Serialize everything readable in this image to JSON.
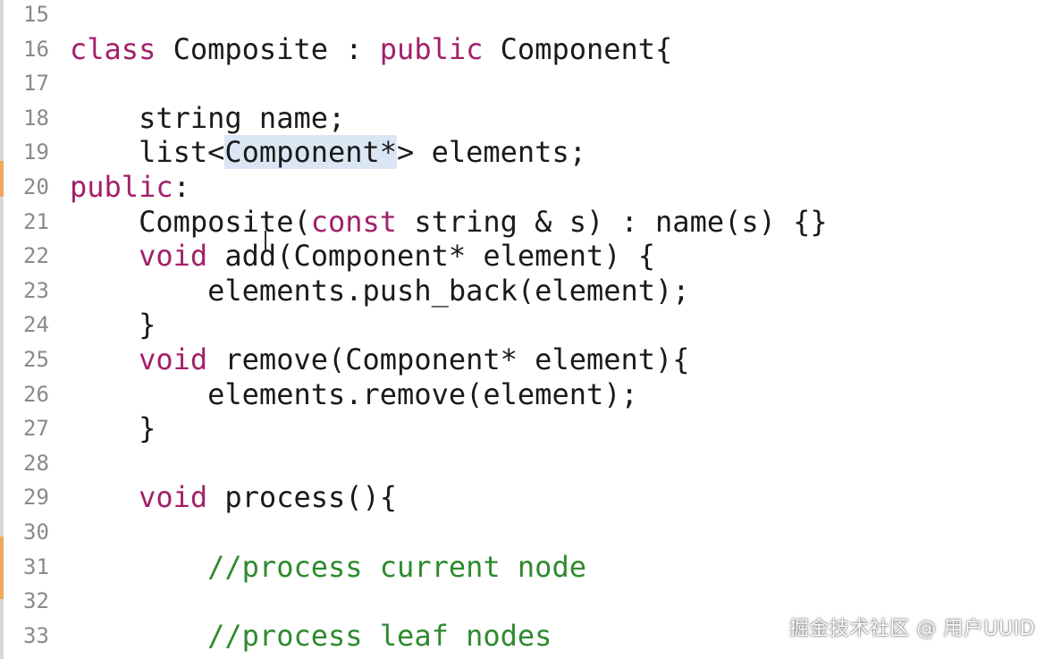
{
  "editor": {
    "colors": {
      "keyword": "#a3206a",
      "comment": "#2e8a2e",
      "text": "#1a1a1a",
      "line_number": "#8a8a8a",
      "selection": "#dbe6f5"
    },
    "lines": [
      {
        "num": "15",
        "segments": []
      },
      {
        "num": "16",
        "segments": [
          {
            "t": "kw",
            "v": "class"
          },
          {
            "t": "plain",
            "v": " Composite : "
          },
          {
            "t": "kw",
            "v": "public"
          },
          {
            "t": "plain",
            "v": " Component{"
          }
        ]
      },
      {
        "num": "17",
        "segments": []
      },
      {
        "num": "18",
        "segments": [
          {
            "t": "plain",
            "v": "    string name;"
          }
        ]
      },
      {
        "num": "19",
        "segments": [
          {
            "t": "plain",
            "v": "    list<"
          },
          {
            "t": "hl",
            "v": "Component*"
          },
          {
            "t": "plain",
            "v": "> elements;"
          }
        ]
      },
      {
        "num": "20",
        "segments": [
          {
            "t": "kw",
            "v": "public"
          },
          {
            "t": "plain",
            "v": ":"
          }
        ]
      },
      {
        "num": "21",
        "segments": [
          {
            "t": "plain",
            "v": "    Composite("
          },
          {
            "t": "kw",
            "v": "const"
          },
          {
            "t": "plain",
            "v": " string & s) : name(s) {}"
          }
        ]
      },
      {
        "num": "22",
        "segments": [
          {
            "t": "plain",
            "v": "    "
          },
          {
            "t": "kw",
            "v": "void"
          },
          {
            "t": "plain",
            "v": " add(Component* element) {"
          }
        ]
      },
      {
        "num": "23",
        "segments": [
          {
            "t": "plain",
            "v": "        elements.push_back(element);"
          }
        ]
      },
      {
        "num": "24",
        "segments": [
          {
            "t": "plain",
            "v": "    }"
          }
        ]
      },
      {
        "num": "25",
        "segments": [
          {
            "t": "plain",
            "v": "    "
          },
          {
            "t": "kw",
            "v": "void"
          },
          {
            "t": "plain",
            "v": " remove(Component* element){"
          }
        ]
      },
      {
        "num": "26",
        "segments": [
          {
            "t": "plain",
            "v": "        elements.remove(element);"
          }
        ]
      },
      {
        "num": "27",
        "segments": [
          {
            "t": "plain",
            "v": "    }"
          }
        ]
      },
      {
        "num": "28",
        "segments": []
      },
      {
        "num": "29",
        "segments": [
          {
            "t": "plain",
            "v": "    "
          },
          {
            "t": "kw",
            "v": "void"
          },
          {
            "t": "plain",
            "v": " process(){"
          }
        ]
      },
      {
        "num": "30",
        "segments": []
      },
      {
        "num": "31",
        "segments": [
          {
            "t": "plain",
            "v": "        "
          },
          {
            "t": "cm",
            "v": "//process current node"
          }
        ]
      },
      {
        "num": "32",
        "segments": []
      },
      {
        "num": "33",
        "segments": [
          {
            "t": "plain",
            "v": "        "
          },
          {
            "t": "cm",
            "v": "//process leaf nodes"
          }
        ]
      }
    ]
  },
  "watermark": {
    "text": "掘金技术社区 @ 用户UUID"
  }
}
